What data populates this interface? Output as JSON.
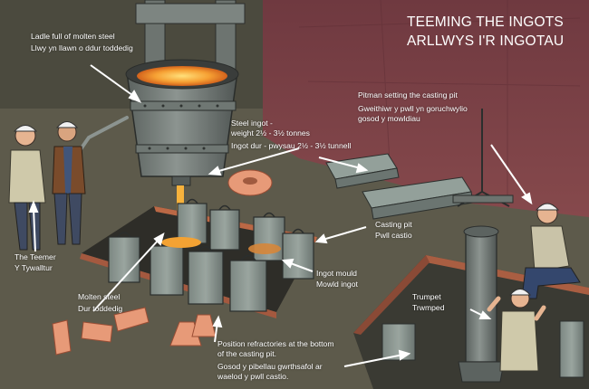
{
  "title": {
    "en": "TEEMING THE INGOTS",
    "cy": "ARLLWYS I'R INGOTAU"
  },
  "labels": {
    "ladle": {
      "en": "Ladle full of molten steel",
      "cy": "Llwy yn llawn o ddur toddedig"
    },
    "steel_ingot": {
      "en_a": "Steel ingot -",
      "en_b": "weight 2½ - 3½ tonnes",
      "cy": "Ingot dur - pwysau 2½ - 3½ tunnell"
    },
    "pitman": {
      "en": "Pitman setting the casting pit",
      "cy_a": "Gweithiwr y pwll yn goruchwylio",
      "cy_b": "gosod y mowldiau"
    },
    "casting_pit": {
      "en": "Casting pit",
      "cy": "Pwll castio"
    },
    "teemer": {
      "en": "The Teemer",
      "cy": "Y Tywalltur"
    },
    "ingot_mould": {
      "en": "Ingot mould",
      "cy": "Mowld ingot"
    },
    "molten_steel": {
      "en": "Molten steel",
      "cy": "Dur toddedig"
    },
    "trumpet": {
      "en": "Trumpet",
      "cy": "Trwmped"
    },
    "refractories": {
      "en_a": "Position refractories at the bottom",
      "en_b": "of the casting pit.",
      "cy_a": "Gosod y pibellau gwrthsafol ar",
      "cy_b": "waelod y pwll castio."
    }
  },
  "colors": {
    "floor": "#5d5a4b",
    "back_wall": "#7b3f45",
    "steel_grey": "#6e7672",
    "molten": "#f3a233",
    "refractory": "#e79a78",
    "label_text": "#ffffff"
  },
  "icons": [
    "ladle-icon",
    "teemer-figure-icon",
    "pitman-figure-icon",
    "worker-figure-icon",
    "ingot-mould-icon",
    "ingot-icon",
    "refractory-icon",
    "trumpet-icon",
    "crane-hook-icon"
  ]
}
